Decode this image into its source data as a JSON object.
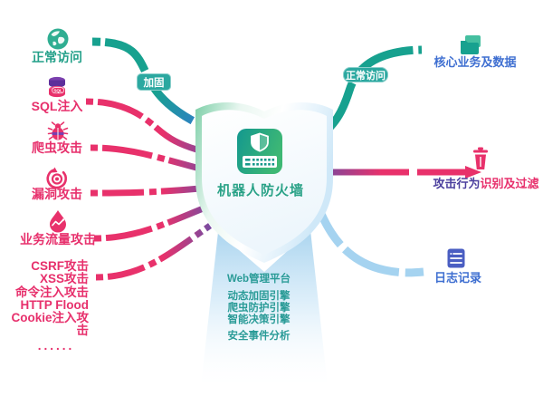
{
  "diagram_title": "机器人防火墙",
  "colors": {
    "teal_line": "#17a18f",
    "blue_line": "#2f7ec7",
    "pink_line": "#e8316b",
    "purple_line": "#7a4ba0",
    "light_blue_line": "#a5d3f0",
    "pill_teal": "#2ba8a0",
    "center_text_teal": "#2aa287",
    "beam_text_teal": "#2a9b97",
    "right_text_blue": "#3f6fd1",
    "right_text_indigo": "#4b3f9e",
    "left_text_pink": "#e7306c",
    "left_text_teal": "#23a089"
  },
  "left_items": [
    {
      "label": "正常访问",
      "icon": "globe-icon"
    },
    {
      "label": "SQL注入",
      "icon": "database-icon",
      "badge": "SQL"
    },
    {
      "label": "爬虫攻击",
      "icon": "bug-icon"
    },
    {
      "label": "漏洞攻击",
      "icon": "target-icon"
    },
    {
      "label": "业务流量攻击",
      "icon": "traffic-drop-icon"
    }
  ],
  "attack_list": [
    "CSRF攻击",
    "XSS攻击",
    "命令注入攻击",
    "HTTP Flood",
    "Cookie注入攻击",
    "......"
  ],
  "flow_labels": {
    "harden": "加固",
    "normal_access": "正常访问"
  },
  "center": {
    "title": "机器人防火墙",
    "platform": "Web管理平台",
    "engines": [
      "动态加固引擎",
      "爬虫防护引擎",
      "智能决策引擎"
    ],
    "analysis": "安全事件分析"
  },
  "right_items": [
    {
      "label": "核心业务及数据",
      "icon": "folder-icon"
    },
    {
      "label_part1": "攻击行为",
      "label_part2": "识别及过滤",
      "icon": "trash-icon"
    },
    {
      "label": "日志记录",
      "icon": "log-icon"
    }
  ]
}
